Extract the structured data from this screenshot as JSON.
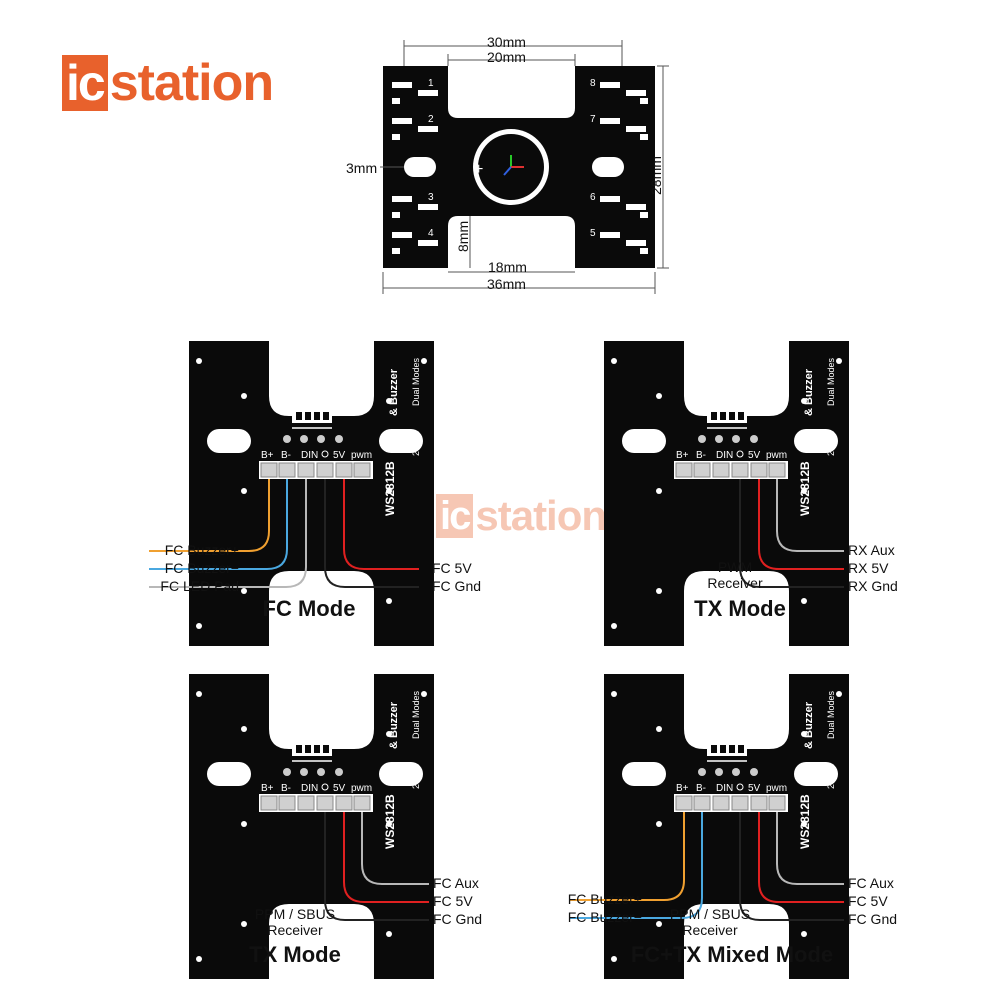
{
  "logo": {
    "box": "ic",
    "rest": "station"
  },
  "dimensions": {
    "w30": "30mm",
    "w20": "20mm",
    "h28": "28mm",
    "w3": "3mm",
    "h8": "8mm",
    "w18": "18mm",
    "w36": "36mm"
  },
  "board_labels": {
    "b_plus": "B+",
    "b_minus": "B-",
    "din": "DIN",
    "v5": "5V",
    "pwm": "pwm",
    "chip": "WS2812B",
    "buzzer": "& Buzzer",
    "dual": "Dual Modes",
    "mm28": "28mm",
    "led_numbers": [
      "1",
      "2",
      "3",
      "4",
      "5",
      "6",
      "7",
      "8"
    ]
  },
  "panels": [
    {
      "title": "FC Mode",
      "left_labels": [
        "FC Buzzer+",
        "FC Buzzer−",
        "FC LED Pad"
      ],
      "right_labels": [
        "FC 5V",
        "FC Gnd"
      ],
      "receiver": ""
    },
    {
      "title": "TX Mode",
      "left_labels": [],
      "right_labels": [
        "RX Aux",
        "RX 5V",
        "RX Gnd"
      ],
      "receiver": "PWM\nReceiver"
    },
    {
      "title": "TX Mode",
      "left_labels": [],
      "right_labels": [
        "FC Aux",
        "FC 5V",
        "FC Gnd"
      ],
      "receiver": "PPM / SBUS\nReceiver"
    },
    {
      "title": "FC+TX Mixed Mode",
      "left_labels": [
        "FC Buzzer+",
        "FC Buzzer−"
      ],
      "right_labels": [
        "FC Aux",
        "FC 5V",
        "FC Gnd"
      ],
      "receiver": "PPM / SBUS\nReceiver"
    }
  ],
  "colors": {
    "orange": "#e8612c",
    "wire_orange": "#f0a030",
    "wire_blue": "#4aa8e0",
    "wire_gray": "#b8b8b8",
    "wire_red": "#e02020",
    "wire_black": "#222222"
  }
}
